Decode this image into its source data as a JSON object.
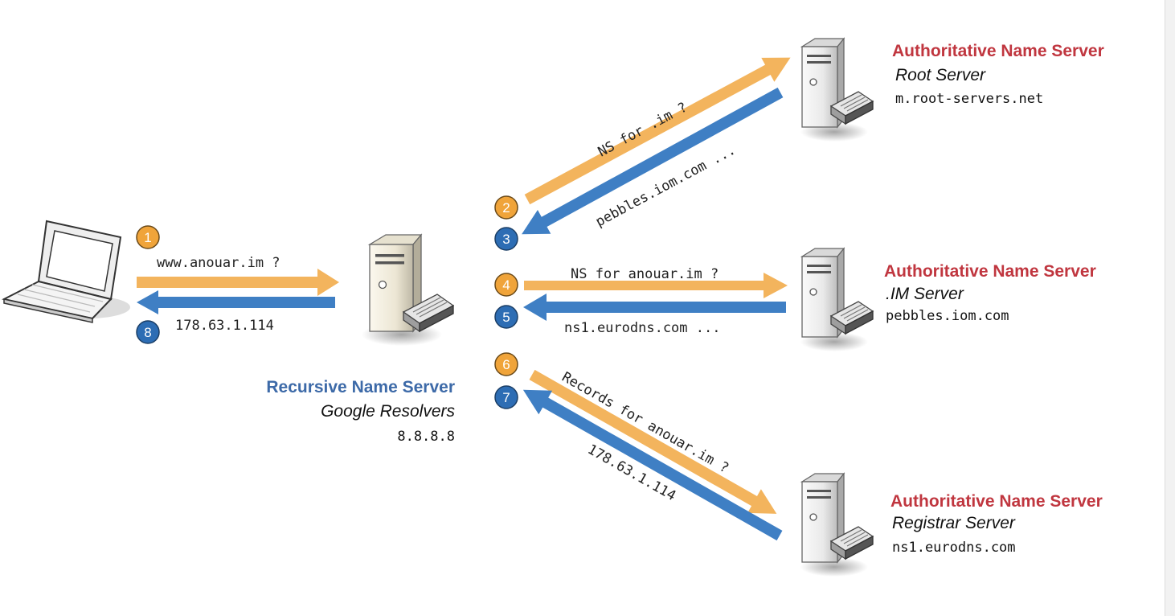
{
  "colors": {
    "query": "#f3b45d",
    "answer": "#3f7fc4",
    "authoritative_title": "#c0363f",
    "recursive_title": "#3d6aa8",
    "badge_orange": "#f0a43a",
    "badge_blue": "#2d6db4"
  },
  "icons": {
    "client": "laptop-icon",
    "server": "server-tower-icon"
  },
  "recursive": {
    "title": "Recursive Name Server",
    "subtitle": "Google Resolvers",
    "address": "8.8.8.8"
  },
  "root": {
    "title": "Authoritative Name Server",
    "subtitle": "Root Server",
    "address": "m.root-servers.net"
  },
  "im": {
    "title": "Authoritative Name Server",
    "subtitle": ".IM Server",
    "address": "pebbles.iom.com"
  },
  "registrar": {
    "title": "Authoritative Name Server",
    "subtitle": "Registrar Server",
    "address": "ns1.eurodns.com"
  },
  "steps": {
    "s1": {
      "number": "1",
      "label": "www.anouar.im ?"
    },
    "s2": {
      "number": "2",
      "label": "NS for .im ?"
    },
    "s3": {
      "number": "3",
      "label": "pebbles.iom.com ..."
    },
    "s4": {
      "number": "4",
      "label": "NS for anouar.im ?"
    },
    "s5": {
      "number": "5",
      "label": "ns1.eurodns.com ..."
    },
    "s6": {
      "number": "6",
      "label": "Records for anouar.im ?"
    },
    "s7": {
      "number": "7",
      "label": "178.63.1.114"
    },
    "s8": {
      "number": "8",
      "label": "178.63.1.114"
    }
  }
}
